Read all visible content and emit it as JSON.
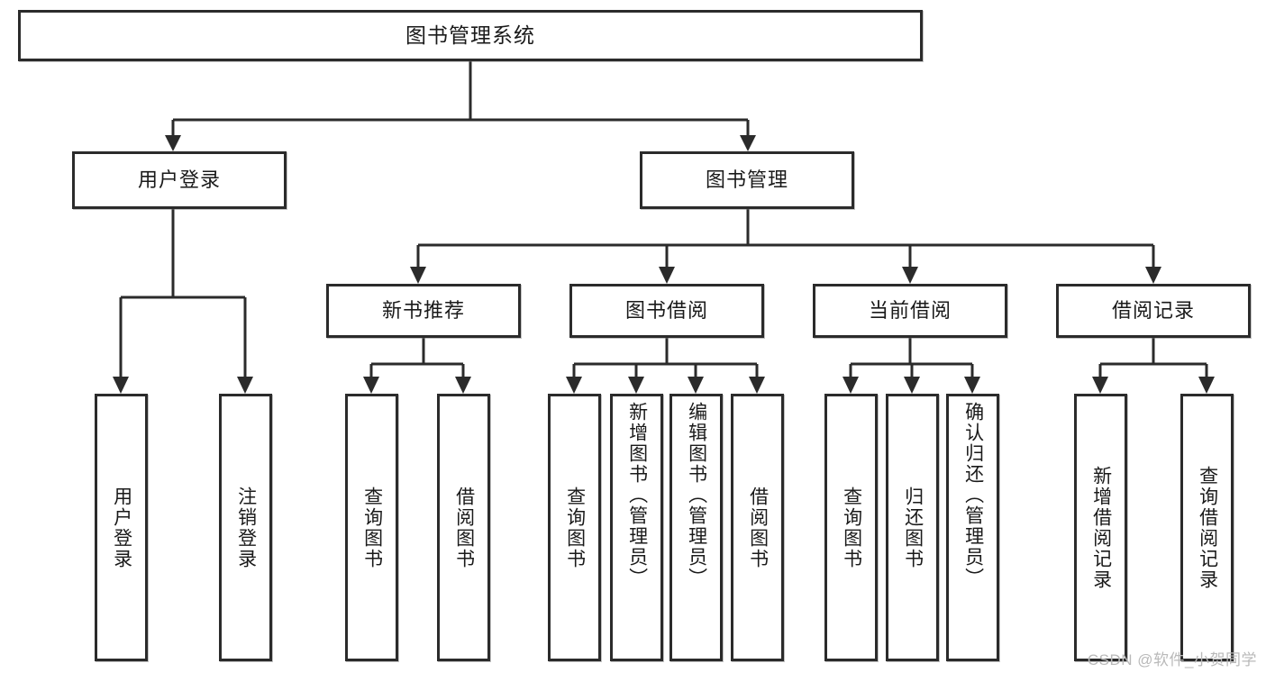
{
  "diagram": {
    "kind": "tree-structure-chart",
    "root": {
      "id": "root",
      "label": "图书管理系统"
    },
    "level2": [
      {
        "id": "user-login",
        "label": "用户登录"
      },
      {
        "id": "book-manage",
        "label": "图书管理"
      }
    ],
    "level3": [
      {
        "id": "new-book-recommend",
        "label": "新书推荐",
        "parent": "book-manage"
      },
      {
        "id": "book-borrow",
        "label": "图书借阅",
        "parent": "book-manage"
      },
      {
        "id": "current-borrow",
        "label": "当前借阅",
        "parent": "book-manage"
      },
      {
        "id": "borrow-record",
        "label": "借阅记录",
        "parent": "book-manage"
      }
    ],
    "leaves": [
      {
        "id": "leaf-user-login",
        "label": "用户登录",
        "parent": "user-login"
      },
      {
        "id": "leaf-logout-login",
        "label": "注销登录",
        "parent": "user-login"
      },
      {
        "id": "leaf-query-book-1",
        "label": "查询图书",
        "parent": "new-book-recommend"
      },
      {
        "id": "leaf-borrow-book-1",
        "label": "借阅图书",
        "parent": "new-book-recommend"
      },
      {
        "id": "leaf-query-book-2",
        "label": "查询图书",
        "parent": "book-borrow"
      },
      {
        "id": "leaf-add-book",
        "label": "新增图书（管理员）",
        "parent": "book-borrow"
      },
      {
        "id": "leaf-edit-book",
        "label": "编辑图书（管理员）",
        "parent": "book-borrow"
      },
      {
        "id": "leaf-borrow-book-2",
        "label": "借阅图书",
        "parent": "book-borrow"
      },
      {
        "id": "leaf-query-book-3",
        "label": "查询图书",
        "parent": "current-borrow"
      },
      {
        "id": "leaf-return-book",
        "label": "归还图书",
        "parent": "current-borrow"
      },
      {
        "id": "leaf-confirm-return",
        "label": "确认归还（管理员）",
        "parent": "current-borrow"
      },
      {
        "id": "leaf-add-record",
        "label": "新增借阅记录",
        "parent": "borrow-record"
      },
      {
        "id": "leaf-query-record",
        "label": "查询借阅记录",
        "parent": "borrow-record"
      }
    ],
    "watermark": "CSDN @软件_小贺同学",
    "colors": {
      "stroke": "#2b2b2b",
      "fill": "#ffffff",
      "text": "#1a1a1a",
      "watermark": "#b9b9b9"
    }
  }
}
